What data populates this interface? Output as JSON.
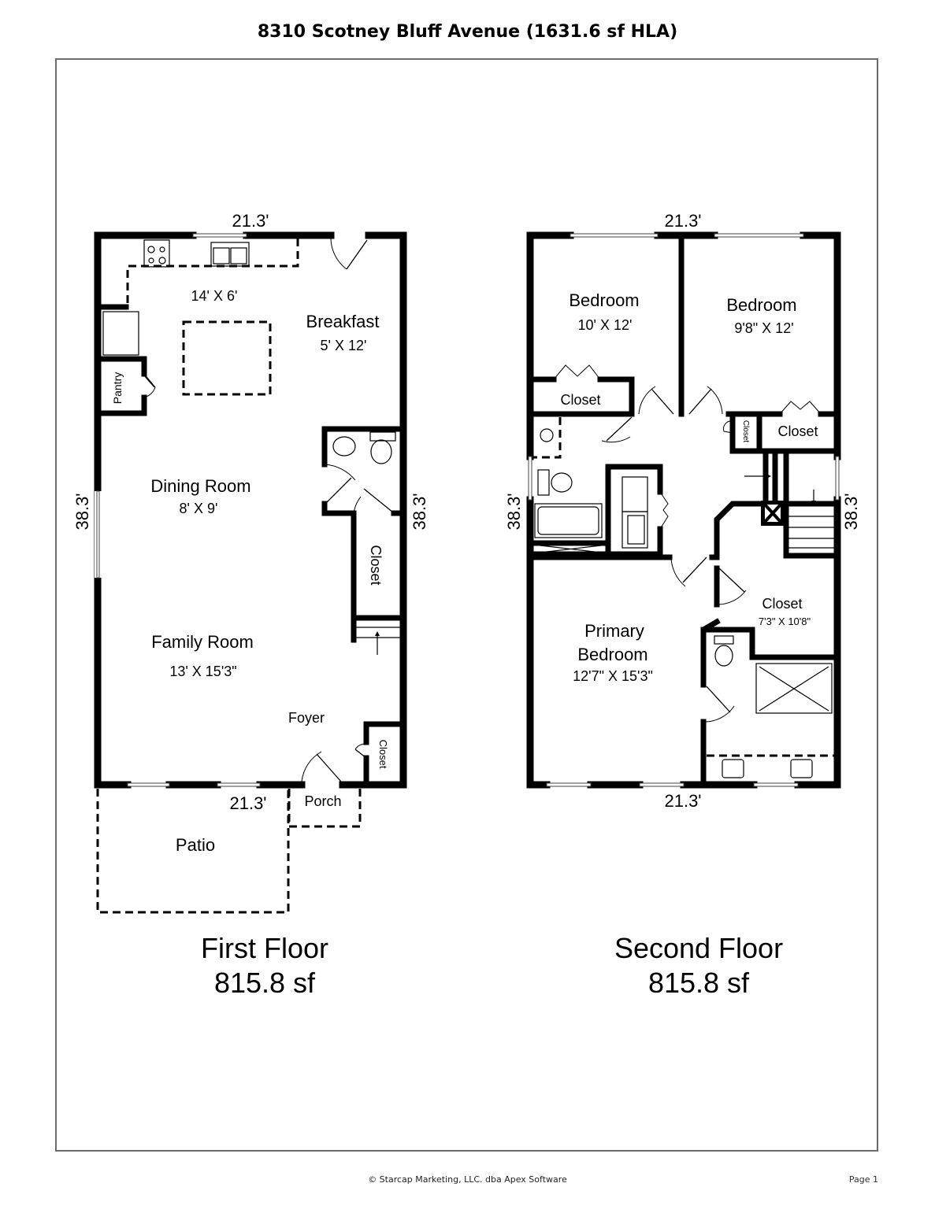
{
  "title": "8310 Scotney Bluff Avenue (1631.6 sf HLA)",
  "first_floor": {
    "label": "First Floor",
    "area": "815.8 sf",
    "dimensions": {
      "top": "21.3'",
      "bottom": "21.3'",
      "left": "38.3'",
      "right": "38.3'"
    },
    "rooms": {
      "kitchen_size": "14' X 6'",
      "breakfast": "Breakfast",
      "breakfast_size": "5' X 12'",
      "pantry": "Pantry",
      "dining": "Dining Room",
      "dining_size": "8' X 9'",
      "closet": "Closet",
      "family": "Family Room",
      "family_size": "13' X 15'3\"",
      "foyer": "Foyer",
      "foyer_closet": "Closet",
      "porch": "Porch",
      "patio": "Patio"
    }
  },
  "second_floor": {
    "label": "Second Floor",
    "area": "815.8 sf",
    "dimensions": {
      "top": "21.3'",
      "bottom": "21.3'",
      "left": "38.3'",
      "right": "38.3'"
    },
    "rooms": {
      "bedroom1": "Bedroom",
      "bedroom1_size": "10' X 12'",
      "bedroom2": "Bedroom",
      "bedroom2_size": "9'8\" X 12'",
      "closet1": "Closet",
      "closet_small": "Closet",
      "closet2": "Closet",
      "walkin": "Closet",
      "walkin_size": "7'3\" X 10'8\"",
      "primary_line1": "Primary",
      "primary_line2": "Bedroom",
      "primary_size": "12'7\" X 15'3\""
    }
  },
  "footer": {
    "copyright": "© Starcap Marketing, LLC. dba Apex Software",
    "page": "Page 1"
  }
}
